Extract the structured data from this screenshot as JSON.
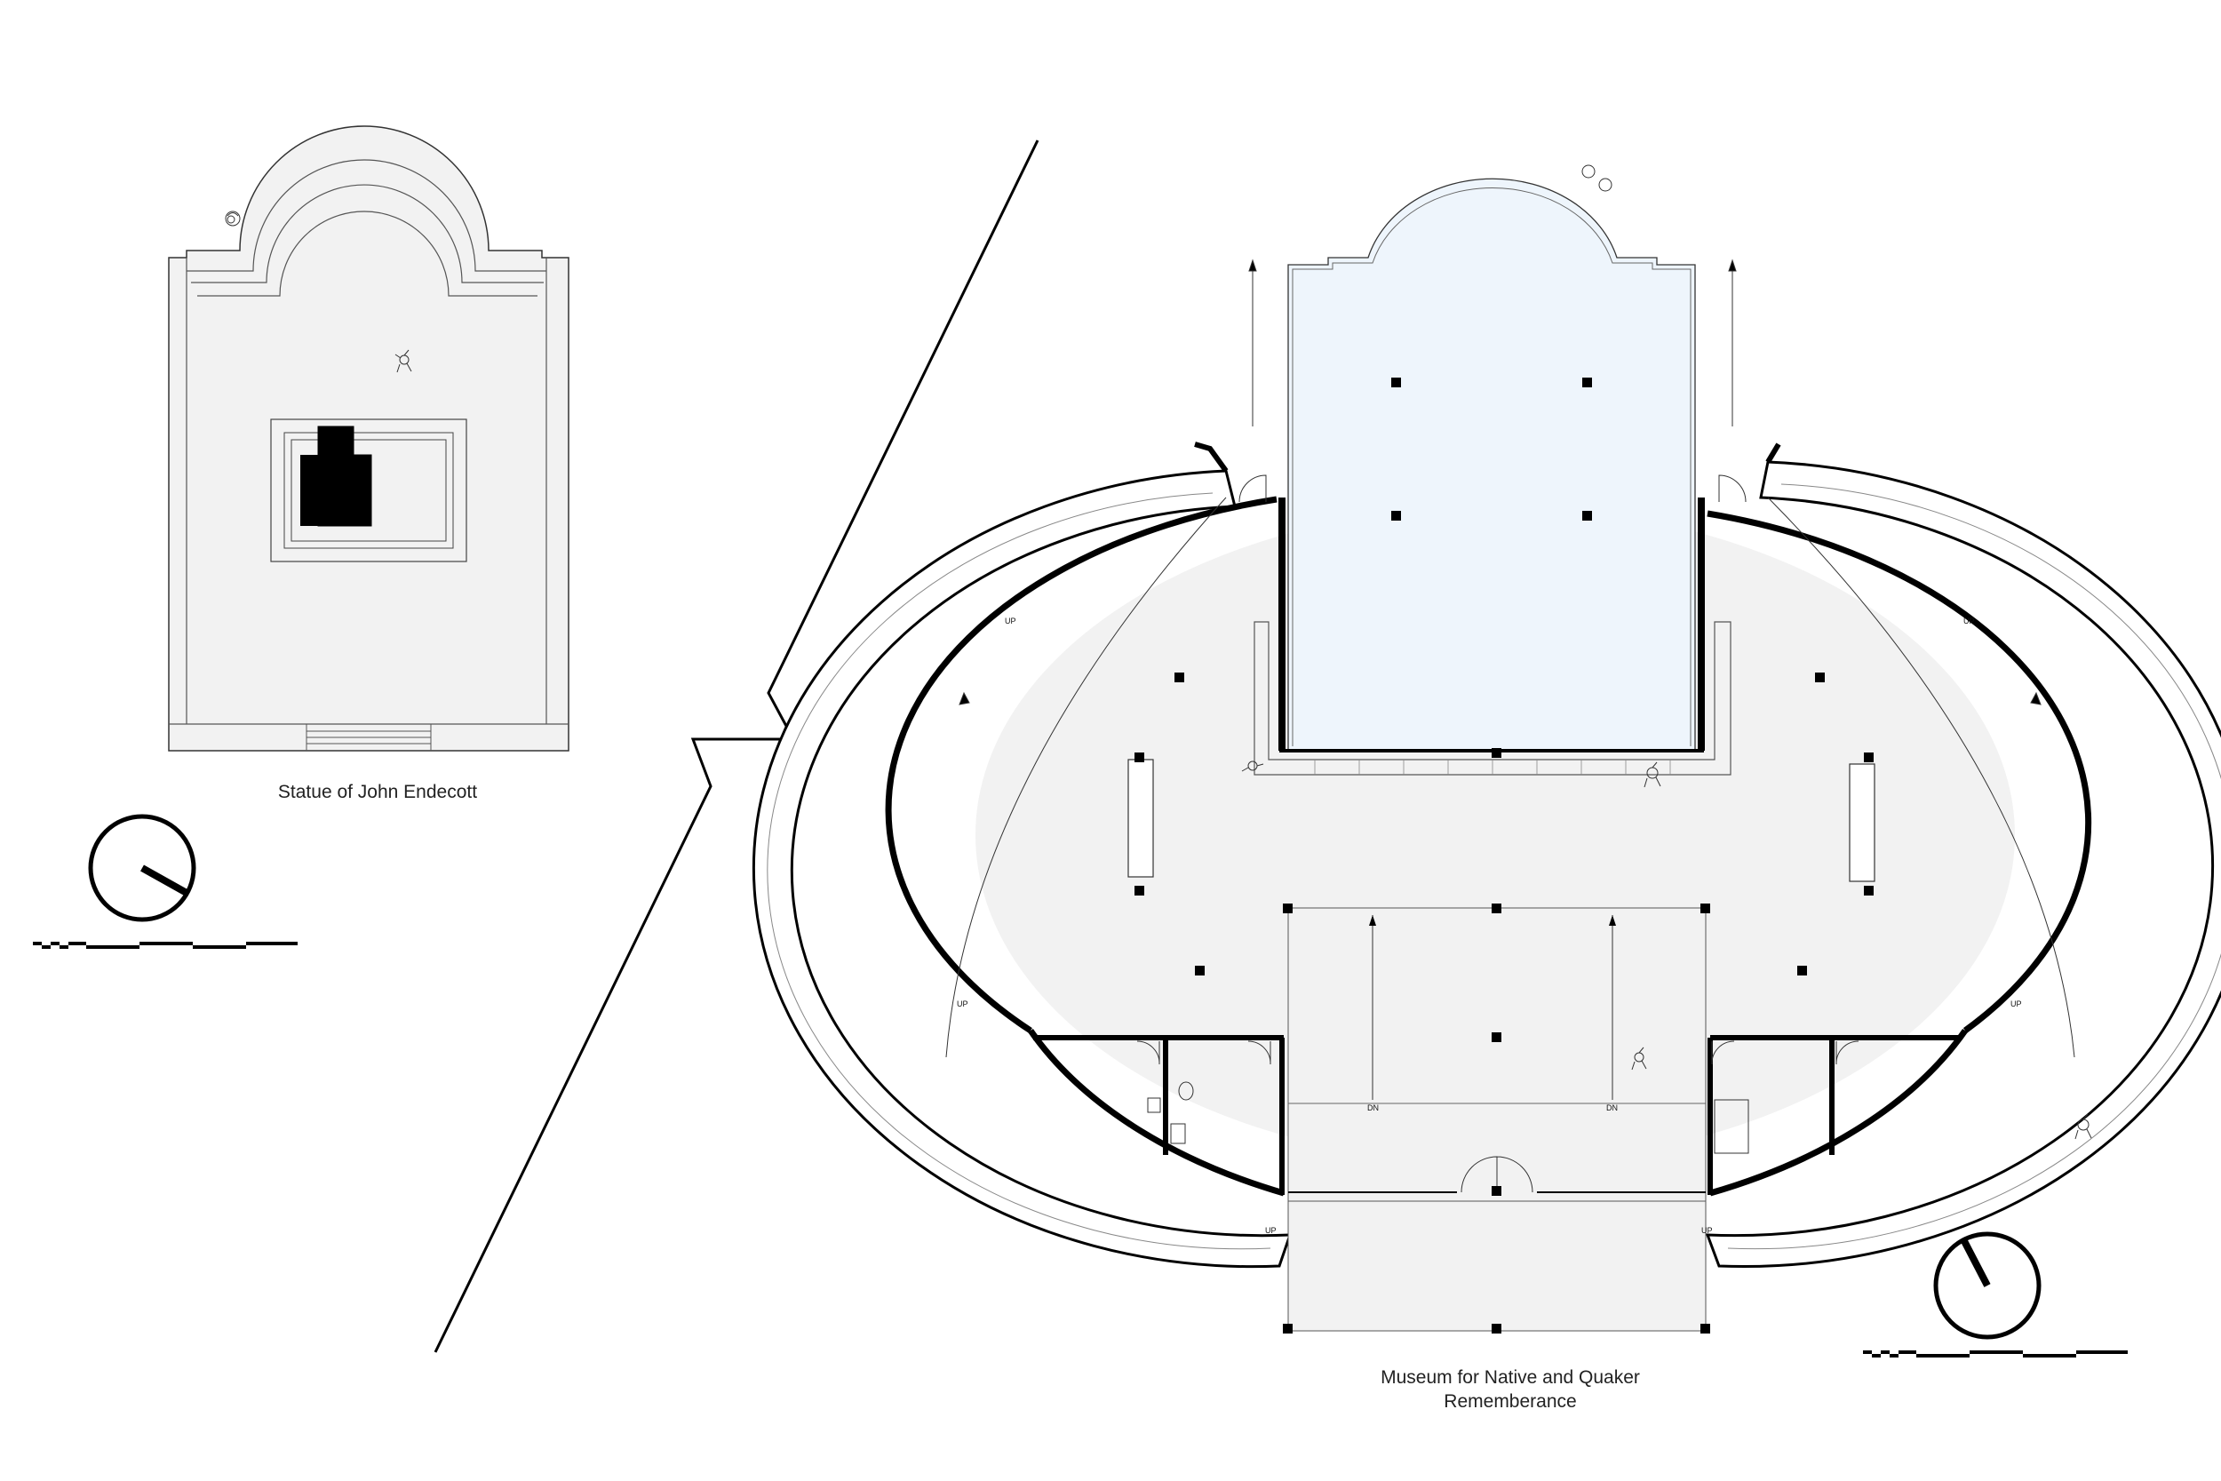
{
  "plans": {
    "statue": {
      "caption": "Statue of John Endecott"
    },
    "museum": {
      "caption_line1": "Museum for Native and Quaker",
      "caption_line2": "Rememberance"
    }
  },
  "annotations": {
    "up": "UP",
    "down": "DN"
  },
  "colors": {
    "line": "#000000",
    "floor": "#f2f2f2",
    "courtyard": "#eef5fc",
    "thin_line": "#555555"
  },
  "icons": [
    "north-arrow-icon",
    "scale-bar-icon",
    "tree-icon",
    "person-icon",
    "toilet-icon",
    "sink-icon",
    "door-swing-icon",
    "column-icon"
  ]
}
